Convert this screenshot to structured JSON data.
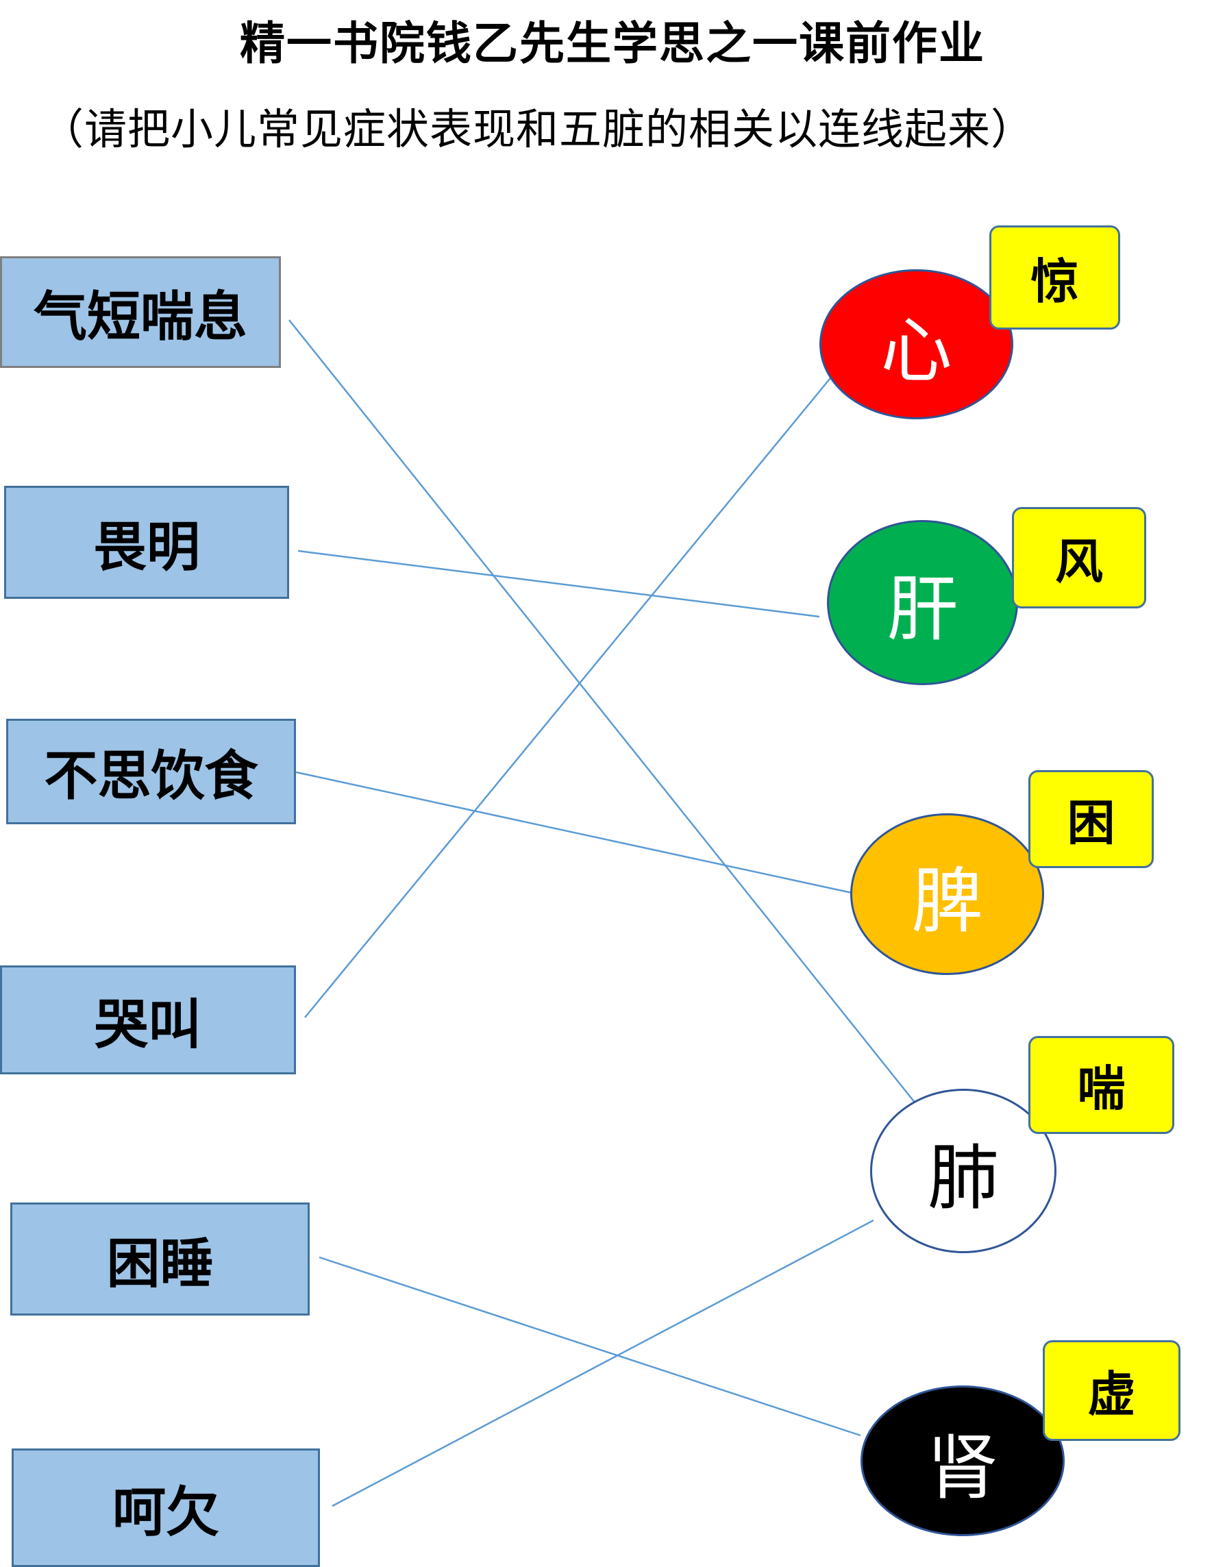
{
  "header": {
    "title": "精一书院钱乙先生学思之一课前作业",
    "subtitle": "（请把小儿常见症状表现和五脏的相关以连线起来）"
  },
  "symptoms": [
    {
      "id": "s1",
      "label": "气短喘息"
    },
    {
      "id": "s2",
      "label": "畏明"
    },
    {
      "id": "s3",
      "label": "不思饮食"
    },
    {
      "id": "s4",
      "label": "哭叫"
    },
    {
      "id": "s5",
      "label": "困睡"
    },
    {
      "id": "s6",
      "label": "呵欠"
    }
  ],
  "organs": [
    {
      "id": "o1",
      "label": "心",
      "fill": "#ff0000",
      "text_color": "#ffffff",
      "tag": "惊"
    },
    {
      "id": "o2",
      "label": "肝",
      "fill": "#00b050",
      "text_color": "#ffffff",
      "tag": "风"
    },
    {
      "id": "o3",
      "label": "脾",
      "fill": "#ffc000",
      "text_color": "#ffffff",
      "tag": "困"
    },
    {
      "id": "o4",
      "label": "肺",
      "fill": "#ffffff",
      "text_color": "#000000",
      "tag": "喘"
    },
    {
      "id": "o5",
      "label": "肾",
      "fill": "#000000",
      "text_color": "#ffffff",
      "tag": "虚"
    }
  ],
  "connections": [
    {
      "from": "气短喘息",
      "to": "肺"
    },
    {
      "from": "畏明",
      "to": "肝"
    },
    {
      "from": "不思饮食",
      "to": "脾"
    },
    {
      "from": "哭叫",
      "to": "心"
    },
    {
      "from": "困睡",
      "to": "肾"
    },
    {
      "from": "呵欠",
      "to": "肺"
    }
  ],
  "colors": {
    "line": "#5b9bd5",
    "symptom_fill": "#9dc3e6",
    "tag_fill": "#ffff00"
  }
}
